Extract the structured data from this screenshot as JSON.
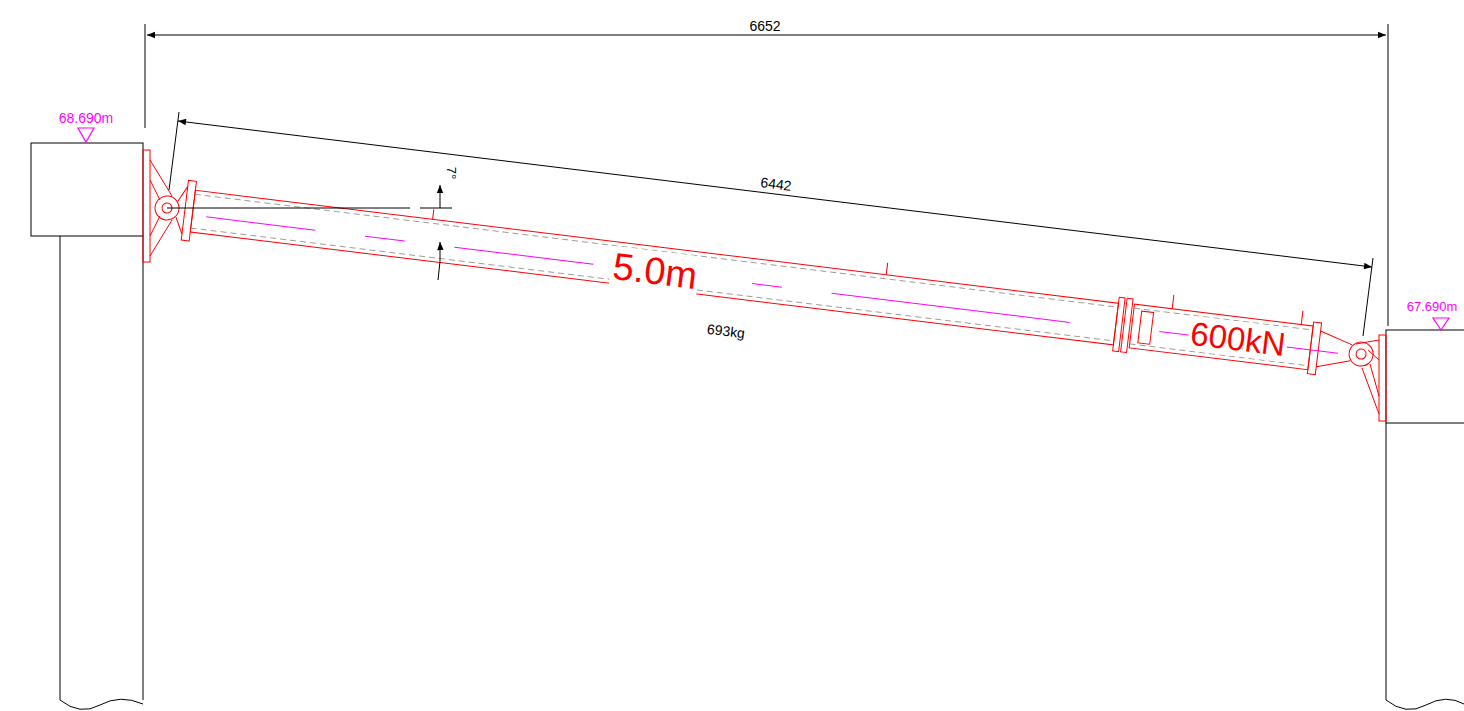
{
  "diagram": {
    "labels": [
      "6652",
      "68.690m",
      "6442",
      "7°",
      "5.0m",
      "693kg",
      "600kN",
      "67.690m"
    ]
  }
}
